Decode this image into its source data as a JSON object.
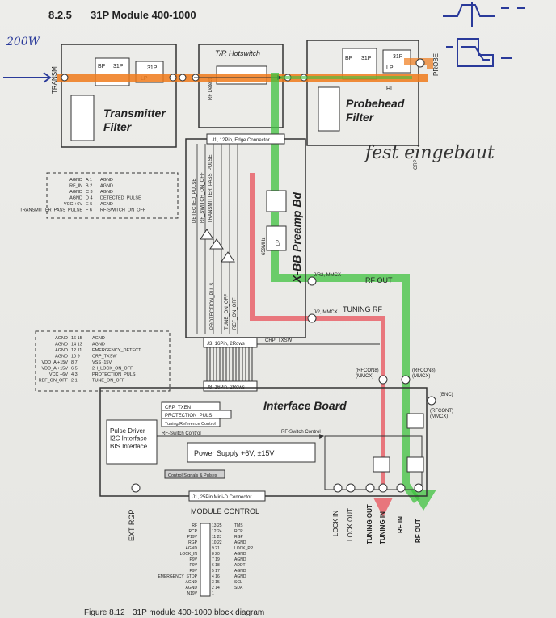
{
  "header": {
    "section": "8.2.5",
    "title": "31P Module 400-1000"
  },
  "caption": {
    "figure": "Figure 8.12",
    "text": "31P module 400-1000 block diagram"
  },
  "blocks": {
    "transmitter_filter": "Transmitter\nFilter",
    "hotswitch": "T/R Hotswitch",
    "probehead_filter": "Probehead\nFilter",
    "preamp": "X-BB Preamp Bd",
    "interface_board": "Interface Board",
    "pulse_driver": "Pulse Driver\nI2C Interface\nBIS Interface",
    "power_supply": "Power Supply +6V, ±15V",
    "module_control": "MODULE CONTROL"
  },
  "filters": {
    "bp": "BP",
    "p31": "31P",
    "lp": "LP",
    "hi": "HI",
    "lp659": "659MHz",
    "lp2": "LP"
  },
  "labels": {
    "transm": "TRANSM",
    "probe": "PROBE",
    "edge_connector": "J1, 12Pin, Edge Connector",
    "rf_out": "RF OUT",
    "tuning_rf": "TUNING RF",
    "j2_mmcx": "J/R2, MMCX",
    "j2b_mmcx": "J/2, MMCX",
    "j3_conn": "J3, 16Pin, 2Rows",
    "j8_conn": "J8, 16Pin, 2Rows",
    "crp_txsw": "CRP_TXSW",
    "rfconb": "(RFCON8)\n(MMCX)",
    "rfconc": "(RFCON8)\n(MMCX)",
    "rfcont": "(RFCONT)\n(MMCX)",
    "bnc": "(BNC)",
    "crp_txen": "CRP_TXEN",
    "protection_puls": "PROTECTION_PULS",
    "tuning_ref_ctrl": "Tuning/Reference Control",
    "rf_switch_ctrl": "RF-Switch Control",
    "rf_switch_ctrl2": "RF-Switch Control",
    "control_signals": "Control Signals & Pulses",
    "j1_25pin": "J1, 25Pin Mini-D Connector",
    "ext_rgp": "EXT RGP",
    "lock_in": "LOCK IN",
    "lock_out": "LOCK OUT",
    "tuning_out": "TUNING OUT",
    "tuning_in": "TUNING IN",
    "rf_in": "RF IN",
    "rf_out_bottom": "RF OUT",
    "crp": "CRP",
    "rf_detect": "RF Detect",
    "protection_puls_v": "PROTECTION_PULS",
    "tune_on_off_v": "TUNE_ON_OFF",
    "ref_on_off_v": "REF_ON_OFF",
    "detected_pulse_v": "DETECTED_PULSE",
    "rf_switch_on_off_v": "RF_SWITCH_ON_OFF",
    "transmitter_pass_pulse_v": "TRANSMITTER_PASS_PULSE"
  },
  "pin_table_1": {
    "left": [
      "AGND",
      "RF_IN",
      "AGND",
      "AGND",
      "VCC +6V",
      "TRANSMITTER_PASS_PULSE"
    ],
    "mid": [
      "A 1",
      "B 2",
      "C 3",
      "D 4",
      "E 5",
      "F 6"
    ],
    "right": [
      "AGND",
      "AGND",
      "AGND",
      "DETECTED_PULSE",
      "AGND",
      "RF-SWITCH_ON_OFF"
    ]
  },
  "pin_table_2": {
    "left": [
      "AGND",
      "AGND",
      "AGND",
      "AGND",
      "VDD_A +15V",
      "VDD_A +15V",
      "VCC +6V",
      "REF_ON_OFF"
    ],
    "mid": [
      "16 15",
      "14 13",
      "12 11",
      "10 9",
      "8 7",
      "6 5",
      "4 3",
      "2 1"
    ],
    "right": [
      "AGND",
      "AGND",
      "EMERGENCY_DETECT",
      "CRP_TXSW",
      "VSS -15V",
      "2H_LOCK_ON_OFF",
      "PROTECTION_PULS",
      "TUNE_ON_OFF"
    ]
  },
  "pin_table_3": {
    "left": [
      "RF",
      "RCP",
      "P19V",
      "RGP",
      "AGND",
      "LOCK_IN",
      "P9V",
      "P9V",
      "P9V",
      "EMERGENCY_STOP",
      "AGND",
      "AGND",
      "N19V"
    ],
    "mid": [
      "13 25",
      "12 24",
      "11 23",
      "10 22",
      "9 21",
      "8 20",
      "7 19",
      "6 18",
      "5 17",
      "4 16",
      "3 15",
      "2 14",
      "1"
    ],
    "right": [
      "TMS",
      "RCP",
      "RGP",
      "AGND",
      "LOCK_PP",
      "AGND",
      "AGND",
      "ADDT",
      "AGND",
      "AGND",
      "SCL",
      "SDA",
      ""
    ]
  },
  "handwriting": {
    "left_note": "200W",
    "right_note": "fest eingebaut"
  }
}
